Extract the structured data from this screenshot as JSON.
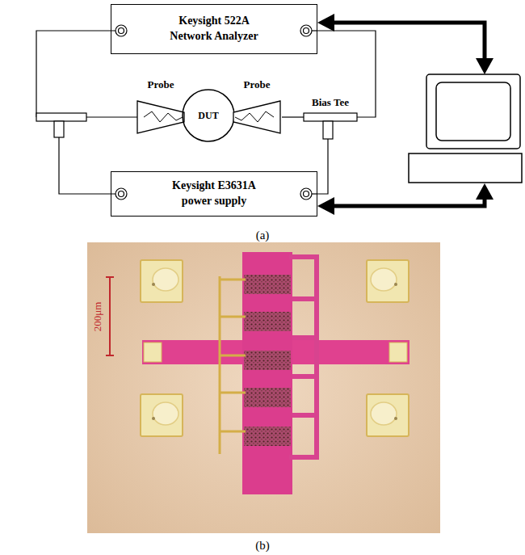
{
  "diagram": {
    "nodes": [
      {
        "text": [
          "Keysight 522A Network Analyzer"
        ]
      },
      {
        "text": [
          "Probe"
        ]
      },
      {
        "text": [
          "DUT"
        ]
      },
      {
        "text": [
          "Probe"
        ]
      },
      {
        "text": [
          "Bias Tee"
        ]
      },
      {
        "text": [
          "Keysight E3631A power supply"
        ]
      }
    ],
    "edges": [
      {
        "from": 3,
        "to": 4,
        "arrow": "none"
      },
      {
        "from": 4,
        "to": 0,
        "arrow": "none"
      },
      {
        "from": 5,
        "to": 4,
        "arrow": "none"
      }
    ],
    "labels": [
      "(a)",
      "200μm",
      "(b)"
    ]
  }
}
